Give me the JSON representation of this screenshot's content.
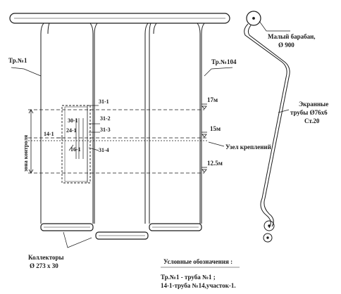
{
  "labels": {
    "drum": "Малый барабан,",
    "drum_size": "Ø 900",
    "tube1": "Тр.№1",
    "tube104": "Тр.№104",
    "screen_tubes": "Экранные",
    "screen_tubes_size": "трубы Ø76х6",
    "screen_tubes_steel": "Ст.20",
    "mount": "Узел креплений",
    "zone": "зона контроля",
    "collectors": "Коллекторы",
    "collectors_size": "Ø 273 х 30"
  },
  "marks": {
    "m17": "17м",
    "m15": "15м",
    "m125": "12.5м"
  },
  "sections": {
    "s31_1": "31-1",
    "s31_2": "31-2",
    "s31_3": "31-3",
    "s31_4": "31-4",
    "s30_1": "30-1",
    "s24_1": "24-1",
    "s16_1": "16-1",
    "s14_1": "14-1"
  },
  "legend": {
    "title": "Условные обозначения :",
    "line1": "Тр.№1 - труба №1 ;",
    "line2": "14-1-труба №14,участок-1."
  }
}
